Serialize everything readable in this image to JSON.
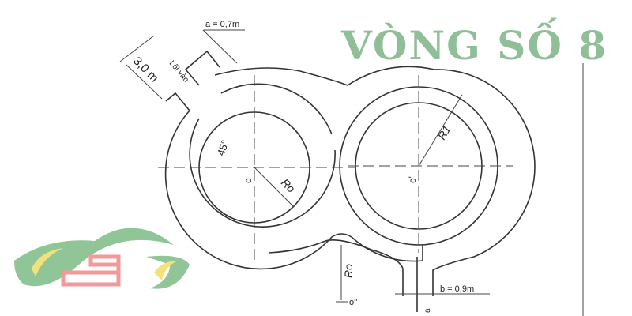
{
  "title": "VÒNG SỐ 8",
  "labels": {
    "lane_width": "a = 0,7m",
    "entry_width": "3,0 m",
    "entry": "Lối vào",
    "angle": "45°",
    "center_left": "o",
    "radius_left": "Ro",
    "radius_right": "R1",
    "center_right": "o'",
    "radius_bottom": "Ro",
    "center_bottom": "o''",
    "exit_width": "b = 0,9m",
    "exit_lane": "a"
  },
  "colors": {
    "title": "#8fbe97",
    "logo_green": "#7dbb86",
    "logo_red": "#f09a9a",
    "logo_yellow": "#f3e27a"
  }
}
